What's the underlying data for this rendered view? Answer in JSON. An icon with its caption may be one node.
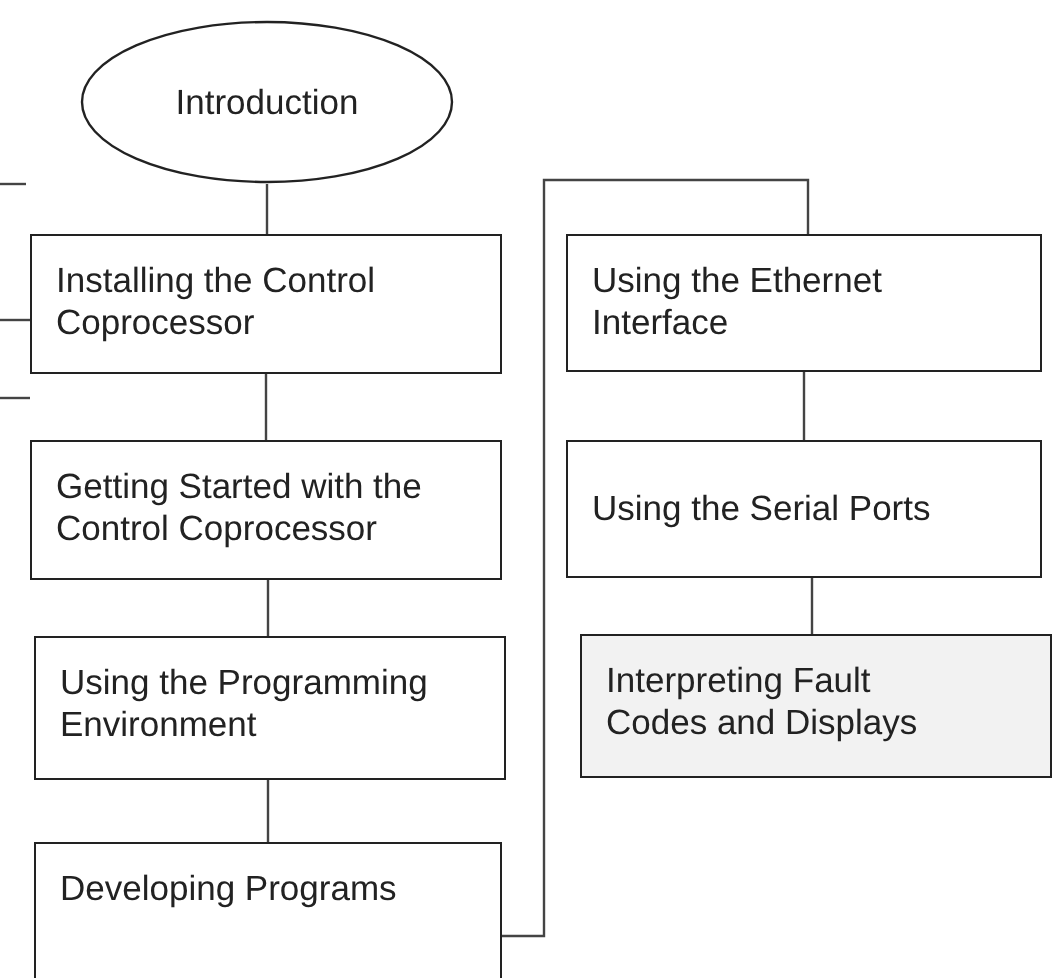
{
  "diagram": {
    "nodes": [
      {
        "text": [
          "Introduction"
        ]
      },
      {
        "text": [
          "Installing the Control Coprocessor"
        ]
      },
      {
        "text": [
          "Getting Started with the Control Coprocessor"
        ]
      },
      {
        "text": [
          "Using the Programming Environment"
        ]
      },
      {
        "text": [
          "Developing Programs"
        ]
      },
      {
        "text": [
          "Using the Ethernet Interface"
        ]
      },
      {
        "text": [
          "Using the Serial Ports"
        ]
      },
      {
        "text": [
          "Interpreting Fault Codes and Displays"
        ]
      }
    ],
    "edges": [
      {
        "from": 0,
        "to": 1,
        "arrow": "none"
      },
      {
        "from": 1,
        "to": 2,
        "arrow": "none"
      },
      {
        "from": 2,
        "to": 3,
        "arrow": "none"
      },
      {
        "from": 3,
        "to": 4,
        "arrow": "none"
      },
      {
        "from": 4,
        "to": 5,
        "arrow": "none"
      },
      {
        "from": 5,
        "to": 6,
        "arrow": "none"
      },
      {
        "from": 6,
        "to": 7,
        "arrow": "none"
      }
    ]
  }
}
